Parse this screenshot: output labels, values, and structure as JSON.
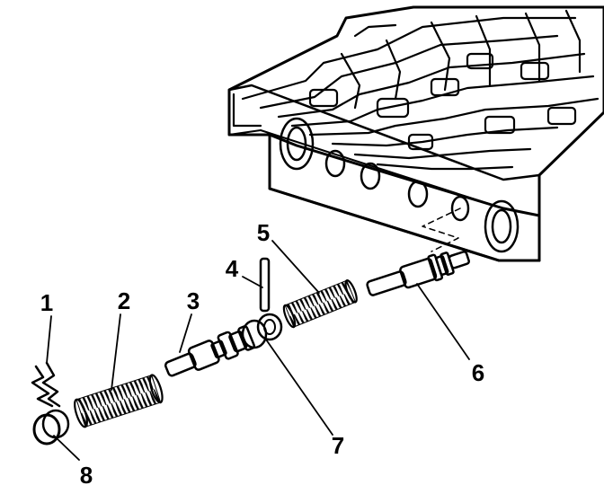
{
  "figure": {
    "type": "exploded-view line drawing",
    "ink_color": "#000000",
    "background_color": "#ffffff"
  },
  "callouts": [
    {
      "number": "1"
    },
    {
      "number": "2"
    },
    {
      "number": "3"
    },
    {
      "number": "4"
    },
    {
      "number": "5"
    },
    {
      "number": "6"
    },
    {
      "number": "7"
    },
    {
      "number": "8"
    }
  ]
}
